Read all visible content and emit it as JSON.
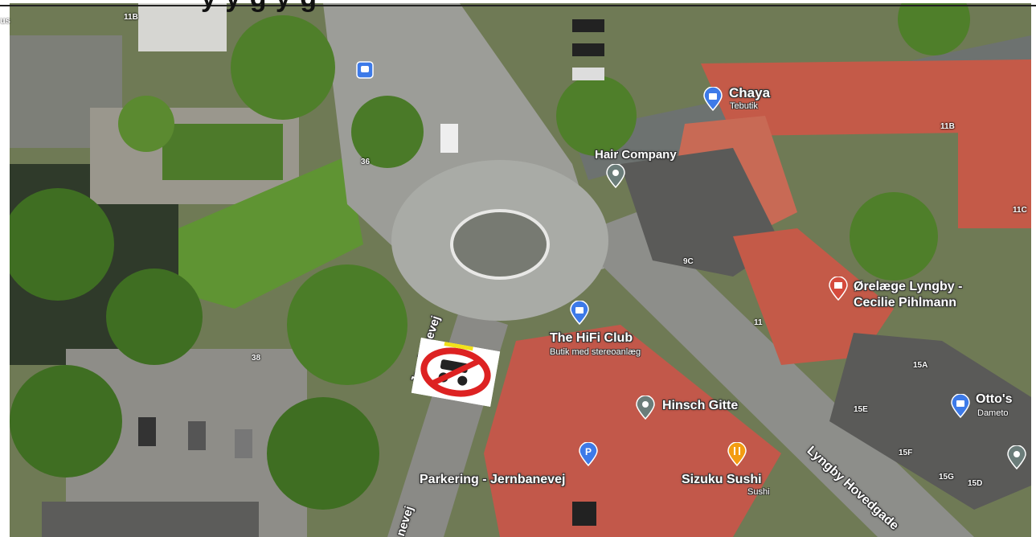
{
  "header": {
    "title_fragment": "y y g y g",
    "edge_label": "us"
  },
  "colors": {
    "grass": "#5c8a2e",
    "tree": "#3f6e22",
    "road": "#8f8f8a",
    "roof_red": "#c45a48",
    "roof_gray": "#5a5a58",
    "water": "#2f3a2a",
    "pin_blue": "#3d7ae8",
    "pin_gray": "#6b7d7a",
    "pin_orange": "#f39c12",
    "pin_red": "#d54b3d"
  },
  "places": {
    "chaya": {
      "name": "Chaya",
      "sub": "Tebutik",
      "icon": "shopping-bag-icon"
    },
    "hair_company": {
      "name": "Hair Company",
      "icon": "map-pin-icon"
    },
    "orelaege": {
      "name": "Ørelæge Lyngby -",
      "name2": "Cecilie Pihlmann",
      "icon": "medical-briefcase-icon"
    },
    "hifi_club": {
      "name": "The HiFi Club",
      "sub": "Butik med stereoanlæg",
      "icon": "shopping-bag-icon"
    },
    "hinsch": {
      "name": "Hinsch Gitte",
      "icon": "map-pin-icon"
    },
    "ottos": {
      "name": "Otto's",
      "sub": "Dameto",
      "icon": "shopping-bag-icon"
    },
    "sizuku": {
      "name": "Sizuku Sushi",
      "sub": "Sushi",
      "icon": "restaurant-icon"
    },
    "parkering": {
      "name": "Parkering - Jernbanevej",
      "icon": "parking-icon"
    },
    "bus": {
      "icon": "bus-stop-icon"
    }
  },
  "streets": {
    "jernbanevej": "Jernbanevej",
    "jernbanevej_lower": "nevej",
    "lyngby": "Lyngby Hovedgade"
  },
  "house_numbers": {
    "n11b_left": "11B",
    "n36": "36",
    "n38": "38",
    "n9c": "9C",
    "n11": "11",
    "n11b": "11B",
    "n11c": "11C",
    "n15a": "15A",
    "n15e": "15E",
    "n15f": "15F",
    "n15g": "15G",
    "n15d": "15D"
  },
  "overlay": {
    "sign": "no-motor-vehicles-sign"
  }
}
